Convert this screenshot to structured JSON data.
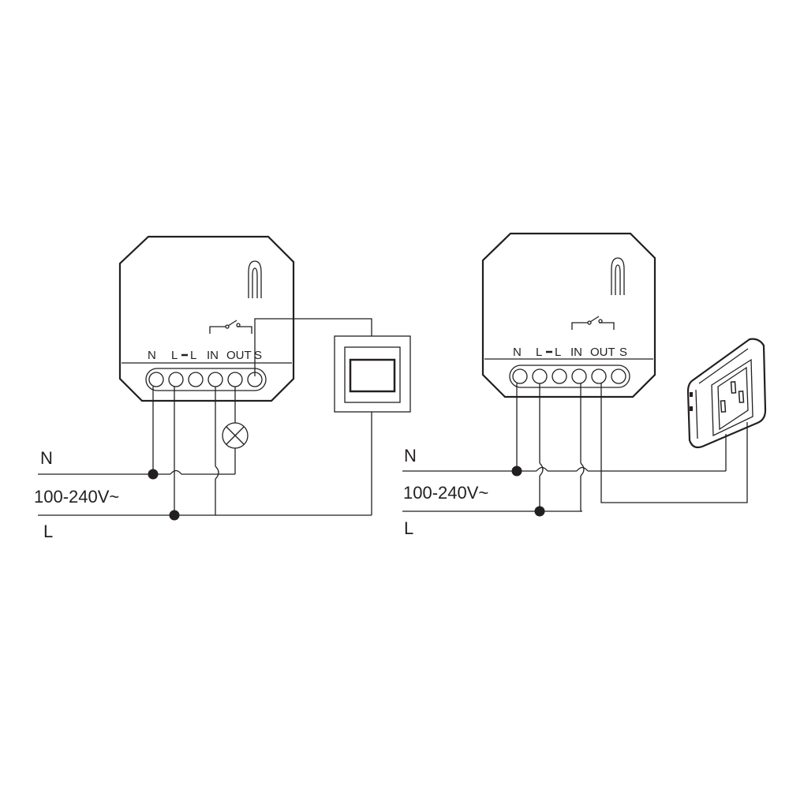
{
  "left_diagram": {
    "terminals": [
      "N",
      "L",
      "L",
      "IN",
      "OUT",
      "S"
    ],
    "supply": {
      "neutral_label": "N",
      "voltage_label": "100-240V~",
      "live_label": "L"
    },
    "load_icon": "lamp-icon",
    "switch_icon": "wall-switch-icon"
  },
  "right_diagram": {
    "terminals": [
      "N",
      "L",
      "L",
      "IN",
      "OUT",
      "S"
    ],
    "supply": {
      "neutral_label": "N",
      "voltage_label": "100-240V~",
      "live_label": "L"
    },
    "load_icon": "power-socket-icon"
  },
  "colors": {
    "line": "#231f20",
    "background": "#ffffff"
  }
}
